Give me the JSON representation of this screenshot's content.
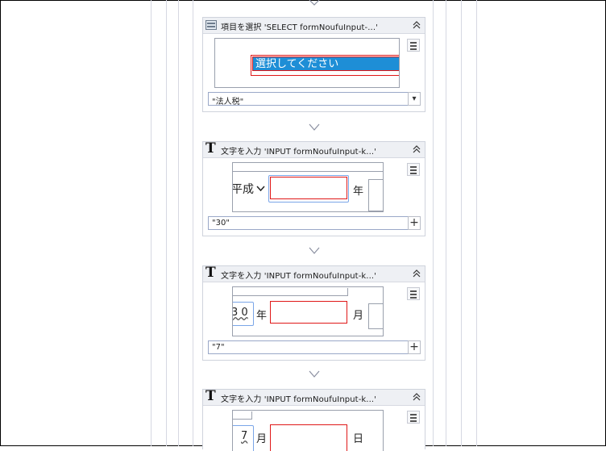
{
  "colors": {
    "accent_blue": "#1e8ed6",
    "highlight_red": "#e01818",
    "header_bg": "#eef0f4",
    "card_border": "#cfd3dc"
  },
  "steps": [
    {
      "type": "select",
      "icon": "select-list-icon",
      "title": "項目を選択 'SELECT  formNoufuInput-...'",
      "preview_text": "選択してください",
      "value": "\"法人税\"",
      "side_button": "▾"
    },
    {
      "type": "input",
      "icon": "text-t-icon",
      "title": "文字を入力 'INPUT  formNoufuInput-k...'",
      "preview_left": "平成",
      "preview_right": "年",
      "value": "\"30\"",
      "side_button": "+"
    },
    {
      "type": "input",
      "icon": "text-t-icon",
      "title": "文字を入力 'INPUT  formNoufuInput-k...'",
      "preview_left_value": "3 0",
      "preview_left": "年",
      "preview_right": "月",
      "value": "\"7\"",
      "side_button": "+"
    },
    {
      "type": "input",
      "icon": "text-t-icon",
      "title": "文字を入力 'INPUT  formNoufuInput-k...'",
      "preview_left_value": "7",
      "preview_left": "月",
      "preview_right": "日"
    }
  ]
}
